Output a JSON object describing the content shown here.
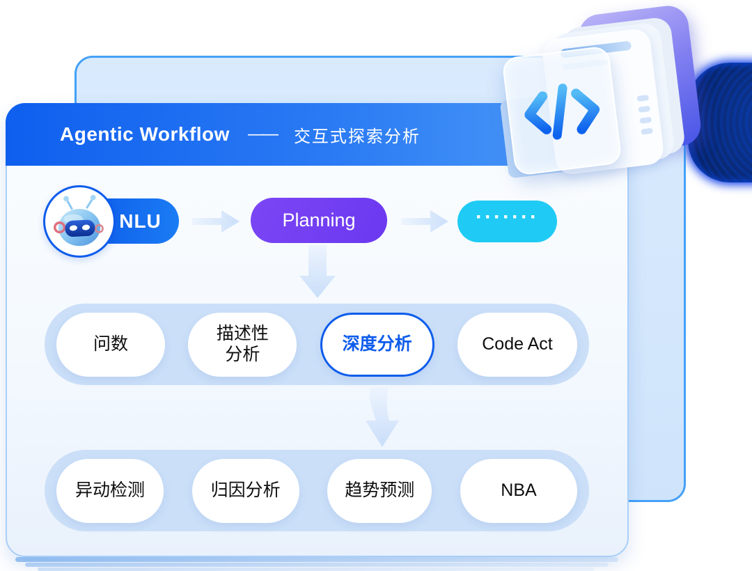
{
  "header": {
    "title": "Agentic Workflow",
    "separator": "——",
    "subtitle": "交互式探索分析"
  },
  "flow_row": {
    "nlu": "NLU",
    "planning": "Planning",
    "dots": "·······"
  },
  "middle_row": {
    "items": [
      {
        "label": "问数",
        "highlighted": false
      },
      {
        "label": "描述性 分析",
        "line1": "描述性",
        "line2": "分析",
        "highlighted": false
      },
      {
        "label": "深度分析",
        "highlighted": true
      },
      {
        "label": "Code Act",
        "highlighted": false
      }
    ]
  },
  "bottom_row": {
    "items": [
      {
        "label": "异动检测"
      },
      {
        "label": "归因分析"
      },
      {
        "label": "趋势预测"
      },
      {
        "label": "NBA"
      }
    ]
  },
  "icons": {
    "robot": "robot-avatar-icon",
    "code_stack": "code-brackets-stack-icon"
  },
  "colors": {
    "header_gradient_left": "#0F5FEF",
    "header_gradient_right": "#52A0F8",
    "nlu_pill": "#0A55E8",
    "planning_pill": "#7442F2",
    "dots_pill": "#1FCBF4",
    "band_background": "#CBDFF8",
    "highlight_blue": "#0E5CEC",
    "back_card_fill": "#D3E6FC",
    "back_card_border": "#44A1F7",
    "arrow_fill": "#D5E6FB",
    "glow_blob": "#0A2C7C"
  }
}
